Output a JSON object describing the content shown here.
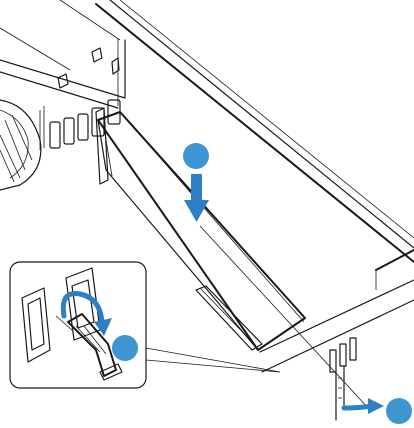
{
  "figure": {
    "steps": [
      {
        "id": "A",
        "label": "",
        "color": "#3f95d1"
      },
      {
        "id": "B",
        "label": "",
        "color": "#3f95d1"
      },
      {
        "id": "C",
        "label": "",
        "color": "#3f95d1"
      }
    ],
    "colors": {
      "arrow": "#2e7fc4",
      "line": "#1a1a1a",
      "background": "#ffffff"
    },
    "icons": [
      "down-arrow-icon",
      "curved-arrow-icon",
      "right-arrow-icon"
    ]
  }
}
